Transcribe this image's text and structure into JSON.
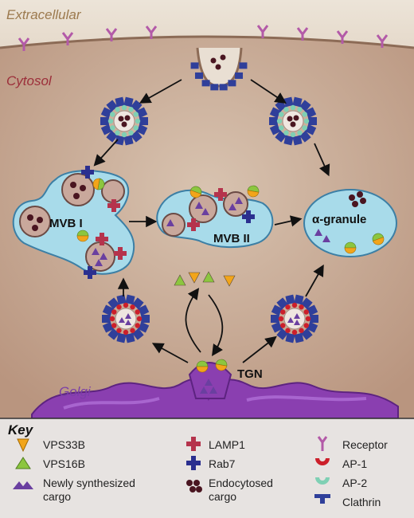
{
  "regions": {
    "extracellular": "Extracellular",
    "cytosol": "Cytosol",
    "golgi": "Golgi"
  },
  "compartments": {
    "mvb1": "MVB I",
    "mvb2": "MVB II",
    "granule": "α-granule",
    "tgn": "TGN"
  },
  "key": {
    "title": "Key",
    "items": [
      "VPS33B",
      "VPS16B",
      "Newly synthesized",
      "cargo",
      "LAMP1",
      "Rab7",
      "Endocytosed",
      "cargo",
      "Receptor",
      "AP-1",
      "AP-2",
      "Clathrin"
    ]
  },
  "colors": {
    "vps33b": "#f2a51a",
    "vps16b": "#8cc63f",
    "lamp1": "#b5334c",
    "rab7": "#2b2f8f",
    "cargo_new": "#6a3fa0",
    "cargo_endo": "#4a1520",
    "receptor": "#b35aa8",
    "ap1": "#cc1f2a",
    "ap2": "#7fd0b4",
    "clathrin": "#2f3f9a"
  }
}
